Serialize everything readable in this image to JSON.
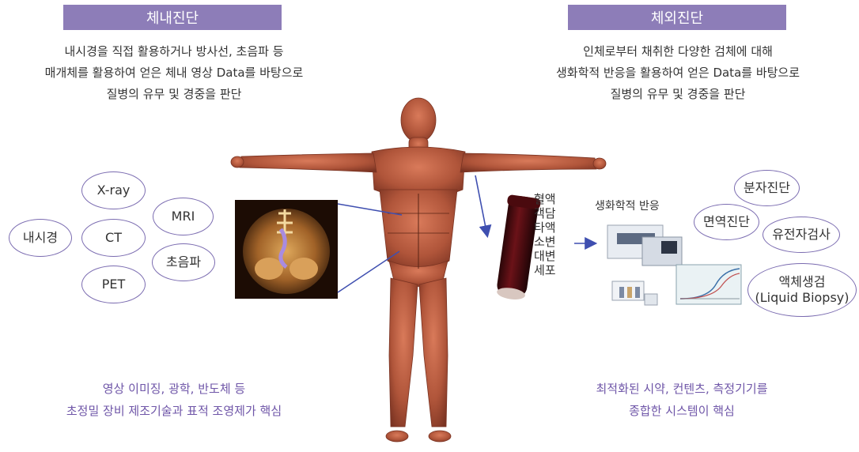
{
  "left": {
    "header": "체내진단",
    "description": [
      "내시경을 직접 활용하거나 방사선, 초음파 등",
      "매개체를 활용하여 얻은 체내 영상 Data를 바탕으로",
      "질병의 유무 및 경중을 판단"
    ],
    "methods": {
      "xray": "X-ray",
      "mri": "MRI",
      "endoscope": "내시경",
      "ct": "CT",
      "ultrasound": "초음파",
      "pet": "PET"
    },
    "bottom": [
      "영상 이미징, 광학, 반도체 등",
      "초정밀 장비 제조기술과 표적 조영제가 핵심"
    ]
  },
  "right": {
    "header": "체외진단",
    "description": [
      "인체로부터 채취한 다양한 검체에 대해",
      "생화학적 반응을 활용하여 얻은 Data를 바탕으로",
      "질병의 유무 및 경중을 판단"
    ],
    "samples": [
      "혈액",
      "객담",
      "타액",
      "소변",
      "대변",
      "세포"
    ],
    "reaction_label": "생화학적 반응",
    "methods": {
      "molecular": "분자진단",
      "immuno": "면역진단",
      "genetic": "유전자검사",
      "liquid_biopsy_line1": "액체생검",
      "liquid_biopsy_line2": "(Liquid Biopsy)"
    },
    "bottom": [
      "최적화된 시약, 컨텐츠, 측정기기를",
      "종합한 시스템이 핵심"
    ]
  },
  "colors": {
    "header_bg": "#8d7db8",
    "oval_border": "#7a6bb0",
    "accent_text": "#6f56a8",
    "arrow": "#3f4fb0",
    "muscle": "#b0553a"
  }
}
